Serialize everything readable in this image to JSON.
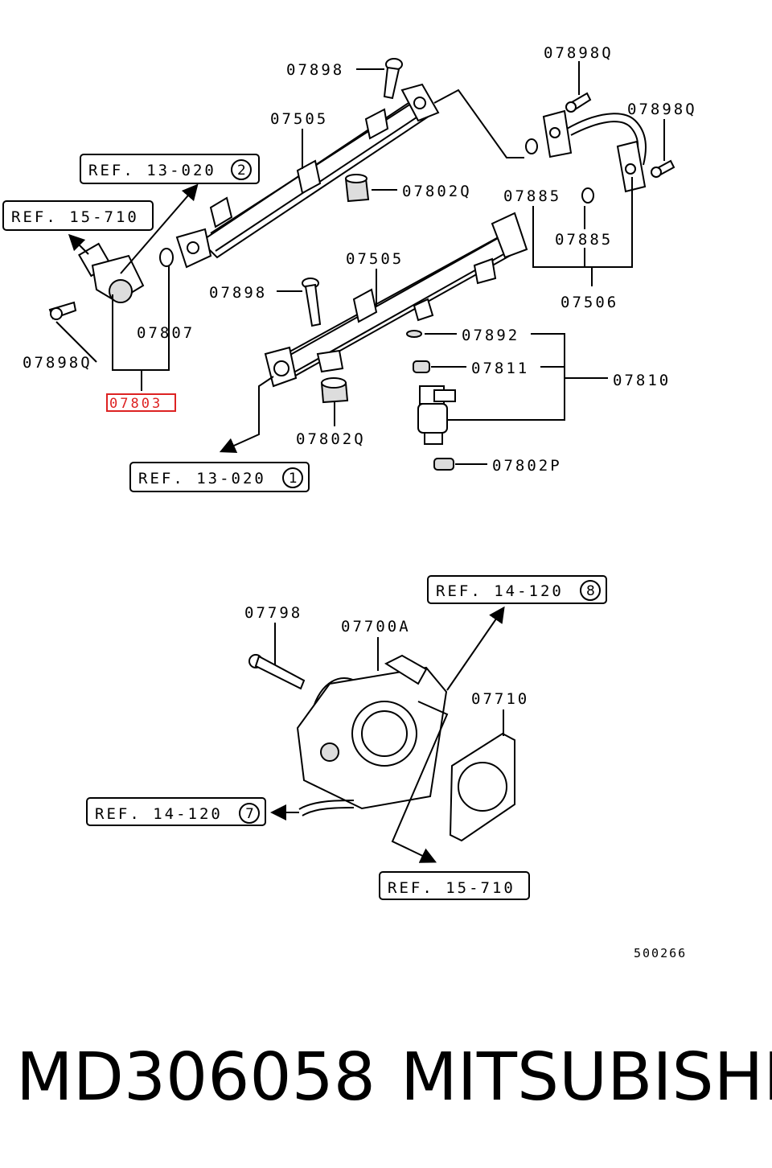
{
  "labels": {
    "p07898_top": "07898",
    "p07898q_top": "07898Q",
    "p07898q_right": "07898Q",
    "p07505_top": "07505",
    "p07802q_top": "07802Q",
    "p07885_a": "07885",
    "p07885_b": "07885",
    "p07506": "07506",
    "p07505_mid": "07505",
    "p07898_mid": "07898",
    "p07807": "07807",
    "p07898q_left": "07898Q",
    "p07803": "07803",
    "p07892": "07892",
    "p07811": "07811",
    "p07810": "07810",
    "p07802q_mid": "07802Q",
    "p07802p": "07802P",
    "p07798": "07798",
    "p07700a": "07700A",
    "p07710": "07710"
  },
  "refs": {
    "r1": {
      "text": "REF. 13-020",
      "num": "2"
    },
    "r2": {
      "text": "REF. 15-710",
      "num": ""
    },
    "r3": {
      "text": "REF. 13-020",
      "num": "1"
    },
    "r4": {
      "text": "REF. 14-120",
      "num": "8"
    },
    "r5": {
      "text": "REF. 14-120",
      "num": "7"
    },
    "r6": {
      "text": "REF. 15-710",
      "num": ""
    }
  },
  "diagram_id": "500266",
  "footer": {
    "part_number": "MD306058",
    "brand": "MITSUBISHI"
  },
  "colors": {
    "highlight": "#dd2222",
    "line": "#000000"
  }
}
